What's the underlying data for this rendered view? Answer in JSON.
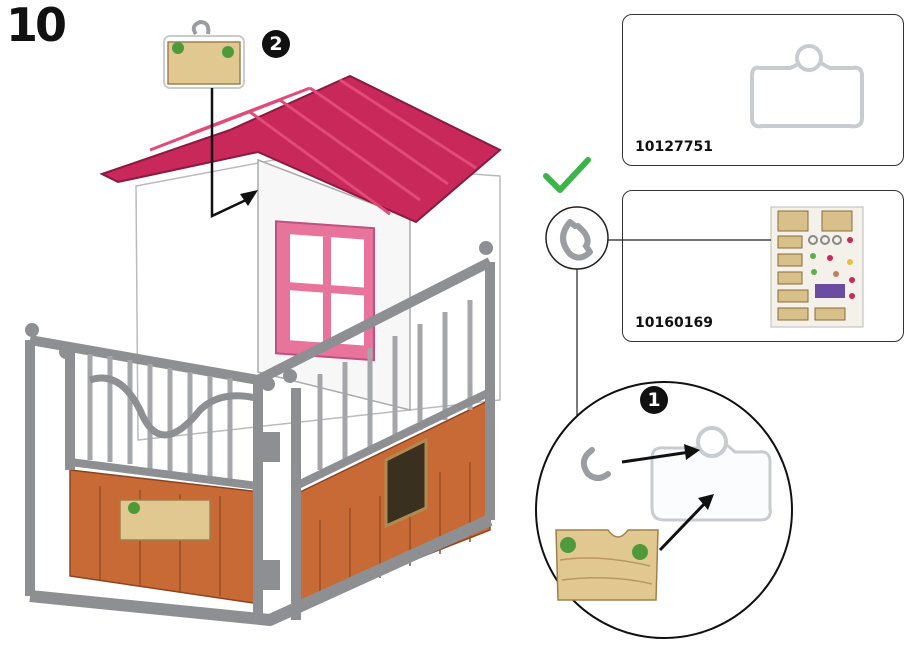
{
  "step": {
    "number": "10"
  },
  "callouts": {
    "substep_main": "2",
    "substep_detail": "1"
  },
  "parts": [
    {
      "code": "10127751",
      "description": "clear name plate holder"
    },
    {
      "code": "10160169",
      "description": "sticker sheet"
    }
  ],
  "icons": {
    "check": "checkmark-icon",
    "horseshoe": "horseshoe-icon"
  },
  "colors": {
    "roof": "#c8285a",
    "wood": "#c86a35",
    "fence": "#8d8f93",
    "check": "#3bb54a",
    "window": "#e9749b",
    "plate": "#dcc48c"
  }
}
